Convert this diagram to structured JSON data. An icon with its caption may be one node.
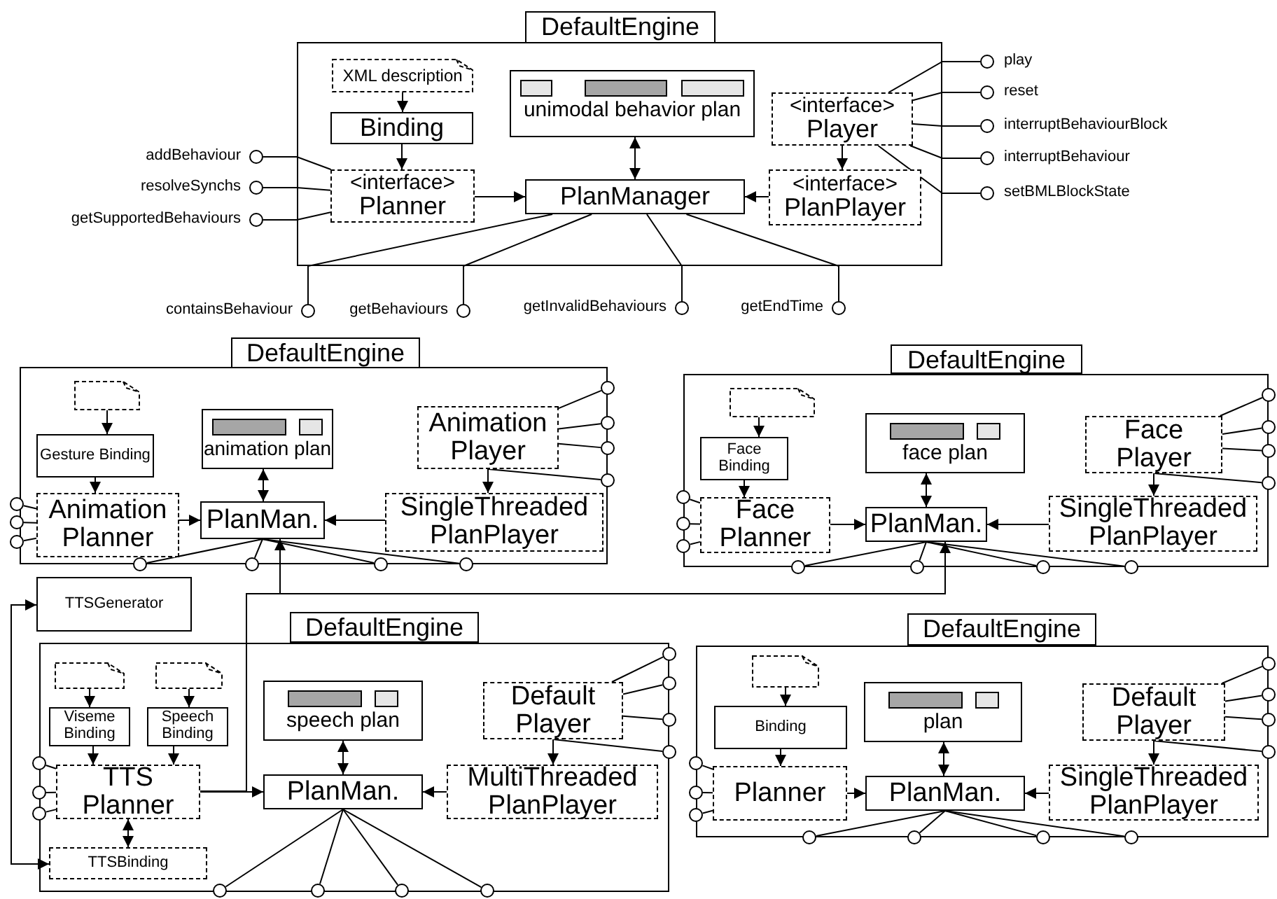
{
  "diagram": {
    "nodes": [
      {
        "text": [
          "DefaultEngine"
        ]
      },
      {
        "text": [
          "XML description"
        ],
        "in": 0
      },
      {
        "text": [
          "Binding"
        ],
        "in": 0
      },
      {
        "text": [
          "<interface>",
          "Planner"
        ],
        "in": 0
      },
      {
        "text": [
          "unimodal behavior plan"
        ],
        "in": 0
      },
      {
        "text": [
          "PlanManager"
        ],
        "in": 0
      },
      {
        "text": [
          "<interface>",
          "Player"
        ],
        "in": 0
      },
      {
        "text": [
          "<interface>",
          "PlanPlayer"
        ],
        "in": 0
      },
      {
        "text": [],
        "shape": "circle",
        "beside": [
          "play"
        ]
      },
      {
        "text": [],
        "shape": "circle",
        "beside": [
          "reset"
        ]
      },
      {
        "text": [],
        "shape": "circle",
        "beside": [
          "interruptBehaviourBlock"
        ]
      },
      {
        "text": [],
        "shape": "circle",
        "beside": [
          "interruptBehaviour"
        ]
      },
      {
        "text": [],
        "shape": "circle",
        "beside": [
          "setBMLBlockState"
        ]
      },
      {
        "text": [],
        "shape": "circle",
        "beside": [
          "addBehaviour"
        ]
      },
      {
        "text": [],
        "shape": "circle",
        "beside": [
          "resolveSynchs"
        ]
      },
      {
        "text": [],
        "shape": "circle",
        "beside": [
          "getSupportedBehaviours"
        ]
      },
      {
        "text": [],
        "shape": "circle",
        "beside": [
          "containsBehaviour"
        ]
      },
      {
        "text": [],
        "shape": "circle",
        "beside": [
          "getBehaviours"
        ]
      },
      {
        "text": [],
        "shape": "circle",
        "beside": [
          "getInvalidBehaviours"
        ]
      },
      {
        "text": [],
        "shape": "circle",
        "beside": [
          "getEndTime"
        ]
      },
      {
        "text": [
          "DefaultEngine"
        ]
      },
      {
        "text": [],
        "shape": "document",
        "in": 20
      },
      {
        "text": [
          "Gesture Binding"
        ],
        "in": 20
      },
      {
        "text": [
          "Animation Planner"
        ],
        "in": 20
      },
      {
        "text": [
          "animation plan"
        ],
        "in": 20
      },
      {
        "text": [
          "PlanMan."
        ],
        "in": 20
      },
      {
        "text": [
          "Animation Player"
        ],
        "in": 20
      },
      {
        "text": [
          "SingleThreaded PlanPlayer"
        ],
        "in": 20
      },
      {
        "text": [],
        "shape": "circle"
      },
      {
        "text": [],
        "shape": "circle"
      },
      {
        "text": [],
        "shape": "circle"
      },
      {
        "text": [],
        "shape": "circle"
      },
      {
        "text": [],
        "shape": "circle"
      },
      {
        "text": [],
        "shape": "circle"
      },
      {
        "text": [],
        "shape": "circle"
      },
      {
        "text": [],
        "shape": "circle"
      },
      {
        "text": [],
        "shape": "circle"
      },
      {
        "text": [],
        "shape": "circle"
      },
      {
        "text": [],
        "shape": "circle"
      },
      {
        "text": [
          "DefaultEngine"
        ]
      },
      {
        "text": [],
        "shape": "document",
        "in": 39
      },
      {
        "text": [
          "Face Binding"
        ],
        "in": 39
      },
      {
        "text": [
          "Face Planner"
        ],
        "in": 39
      },
      {
        "text": [
          "face plan"
        ],
        "in": 39
      },
      {
        "text": [
          "PlanMan."
        ],
        "in": 39
      },
      {
        "text": [
          "Face Player"
        ],
        "in": 39
      },
      {
        "text": [
          "SingleThreaded PlanPlayer"
        ],
        "in": 39
      },
      {
        "text": [],
        "shape": "circle"
      },
      {
        "text": [],
        "shape": "circle"
      },
      {
        "text": [],
        "shape": "circle"
      },
      {
        "text": [],
        "shape": "circle"
      },
      {
        "text": [],
        "shape": "circle"
      },
      {
        "text": [],
        "shape": "circle"
      },
      {
        "text": [],
        "shape": "circle"
      },
      {
        "text": [],
        "shape": "circle"
      },
      {
        "text": [],
        "shape": "circle"
      },
      {
        "text": [],
        "shape": "circle"
      },
      {
        "text": [],
        "shape": "circle"
      },
      {
        "text": [
          "TTSGenerator"
        ]
      },
      {
        "text": [
          "DefaultEngine"
        ]
      },
      {
        "text": [],
        "shape": "document",
        "in": 59
      },
      {
        "text": [],
        "shape": "document",
        "in": 59
      },
      {
        "text": [
          "Viseme Binding"
        ],
        "in": 59
      },
      {
        "text": [
          "Speech Binding"
        ],
        "in": 59
      },
      {
        "text": [
          "TTS Planner"
        ],
        "in": 59
      },
      {
        "text": [
          "speech plan"
        ],
        "in": 59
      },
      {
        "text": [
          "PlanMan."
        ],
        "in": 59
      },
      {
        "text": [
          "Default Player"
        ],
        "in": 59
      },
      {
        "text": [
          "MultiThreaded PlanPlayer"
        ],
        "in": 59
      },
      {
        "text": [
          "TTSBinding"
        ],
        "in": 59
      },
      {
        "text": [],
        "shape": "circle"
      },
      {
        "text": [],
        "shape": "circle"
      },
      {
        "text": [],
        "shape": "circle"
      },
      {
        "text": [],
        "shape": "circle"
      },
      {
        "text": [],
        "shape": "circle"
      },
      {
        "text": [],
        "shape": "circle"
      },
      {
        "text": [],
        "shape": "circle"
      },
      {
        "text": [],
        "shape": "circle"
      },
      {
        "text": [],
        "shape": "circle"
      },
      {
        "text": [],
        "shape": "circle"
      },
      {
        "text": [],
        "shape": "circle"
      },
      {
        "text": [
          "DefaultEngine"
        ]
      },
      {
        "text": [],
        "shape": "document",
        "in": 81
      },
      {
        "text": [
          "Binding"
        ],
        "in": 81
      },
      {
        "text": [
          "Planner"
        ],
        "in": 81
      },
      {
        "text": [
          "plan"
        ],
        "in": 81
      },
      {
        "text": [
          "PlanMan."
        ],
        "in": 81
      },
      {
        "text": [
          "Default Player"
        ],
        "in": 81
      },
      {
        "text": [
          "SingleThreaded PlanPlayer"
        ],
        "in": 81
      },
      {
        "text": [],
        "shape": "circle"
      },
      {
        "text": [],
        "shape": "circle"
      },
      {
        "text": [],
        "shape": "circle"
      },
      {
        "text": [],
        "shape": "circle"
      },
      {
        "text": [],
        "shape": "circle"
      },
      {
        "text": [],
        "shape": "circle"
      },
      {
        "text": [],
        "shape": "circle"
      },
      {
        "text": [],
        "shape": "circle"
      },
      {
        "text": [],
        "shape": "circle"
      },
      {
        "text": [],
        "shape": "circle"
      },
      {
        "text": [],
        "shape": "circle"
      }
    ],
    "edges": [
      {
        "from": 1,
        "to": 2,
        "arrow": "to"
      },
      {
        "from": 2,
        "to": 3,
        "arrow": "to"
      },
      {
        "from": 3,
        "to": 5,
        "arrow": "to"
      },
      {
        "from": 4,
        "to": 5,
        "arrow": "both"
      },
      {
        "from": 6,
        "to": 7,
        "arrow": "to"
      },
      {
        "from": 7,
        "to": 5,
        "arrow": "to"
      },
      {
        "from": 6,
        "to": 8,
        "arrow": "none"
      },
      {
        "from": 6,
        "to": 9,
        "arrow": "none"
      },
      {
        "from": 6,
        "to": 10,
        "arrow": "none"
      },
      {
        "from": 6,
        "to": 11,
        "arrow": "none"
      },
      {
        "from": 6,
        "to": 12,
        "arrow": "none"
      },
      {
        "from": 3,
        "to": 13,
        "arrow": "none"
      },
      {
        "from": 3,
        "to": 14,
        "arrow": "none"
      },
      {
        "from": 3,
        "to": 15,
        "arrow": "none"
      },
      {
        "from": 5,
        "to": 16,
        "arrow": "none"
      },
      {
        "from": 5,
        "to": 17,
        "arrow": "none"
      },
      {
        "from": 5,
        "to": 18,
        "arrow": "none"
      },
      {
        "from": 5,
        "to": 19,
        "arrow": "none"
      },
      {
        "from": 21,
        "to": 22,
        "arrow": "to"
      },
      {
        "from": 22,
        "to": 23,
        "arrow": "to"
      },
      {
        "from": 23,
        "to": 25,
        "arrow": "to"
      },
      {
        "from": 24,
        "to": 25,
        "arrow": "both"
      },
      {
        "from": 26,
        "to": 27,
        "arrow": "to"
      },
      {
        "from": 27,
        "to": 25,
        "arrow": "to"
      },
      {
        "from": 26,
        "to": 28,
        "arrow": "none"
      },
      {
        "from": 26,
        "to": 29,
        "arrow": "none"
      },
      {
        "from": 26,
        "to": 30,
        "arrow": "none"
      },
      {
        "from": 26,
        "to": 31,
        "arrow": "none"
      },
      {
        "from": 23,
        "to": 32,
        "arrow": "none"
      },
      {
        "from": 23,
        "to": 33,
        "arrow": "none"
      },
      {
        "from": 23,
        "to": 34,
        "arrow": "none"
      },
      {
        "from": 25,
        "to": 35,
        "arrow": "none"
      },
      {
        "from": 25,
        "to": 36,
        "arrow": "none"
      },
      {
        "from": 25,
        "to": 37,
        "arrow": "none"
      },
      {
        "from": 25,
        "to": 38,
        "arrow": "none"
      },
      {
        "from": 40,
        "to": 41,
        "arrow": "to"
      },
      {
        "from": 41,
        "to": 42,
        "arrow": "to"
      },
      {
        "from": 42,
        "to": 44,
        "arrow": "to"
      },
      {
        "from": 43,
        "to": 44,
        "arrow": "both"
      },
      {
        "from": 45,
        "to": 46,
        "arrow": "to"
      },
      {
        "from": 46,
        "to": 44,
        "arrow": "to"
      },
      {
        "from": 45,
        "to": 47,
        "arrow": "none"
      },
      {
        "from": 45,
        "to": 48,
        "arrow": "none"
      },
      {
        "from": 45,
        "to": 49,
        "arrow": "none"
      },
      {
        "from": 45,
        "to": 50,
        "arrow": "none"
      },
      {
        "from": 42,
        "to": 51,
        "arrow": "none"
      },
      {
        "from": 42,
        "to": 52,
        "arrow": "none"
      },
      {
        "from": 42,
        "to": 53,
        "arrow": "none"
      },
      {
        "from": 44,
        "to": 54,
        "arrow": "none"
      },
      {
        "from": 44,
        "to": 55,
        "arrow": "none"
      },
      {
        "from": 44,
        "to": 56,
        "arrow": "none"
      },
      {
        "from": 44,
        "to": 57,
        "arrow": "none"
      },
      {
        "from": 60,
        "to": 62,
        "arrow": "to"
      },
      {
        "from": 61,
        "to": 63,
        "arrow": "to"
      },
      {
        "from": 62,
        "to": 64,
        "arrow": "to"
      },
      {
        "from": 63,
        "to": 64,
        "arrow": "to"
      },
      {
        "from": 64,
        "to": 66,
        "arrow": "to"
      },
      {
        "from": 65,
        "to": 66,
        "arrow": "both"
      },
      {
        "from": 67,
        "to": 68,
        "arrow": "to"
      },
      {
        "from": 68,
        "to": 66,
        "arrow": "to"
      },
      {
        "from": 64,
        "to": 69,
        "arrow": "both"
      },
      {
        "from": 67,
        "to": 70,
        "arrow": "none"
      },
      {
        "from": 67,
        "to": 71,
        "arrow": "none"
      },
      {
        "from": 67,
        "to": 72,
        "arrow": "none"
      },
      {
        "from": 67,
        "to": 73,
        "arrow": "none"
      },
      {
        "from": 64,
        "to": 74,
        "arrow": "none"
      },
      {
        "from": 64,
        "to": 75,
        "arrow": "none"
      },
      {
        "from": 64,
        "to": 76,
        "arrow": "none"
      },
      {
        "from": 66,
        "to": 77,
        "arrow": "none"
      },
      {
        "from": 66,
        "to": 78,
        "arrow": "none"
      },
      {
        "from": 66,
        "to": 79,
        "arrow": "none"
      },
      {
        "from": 66,
        "to": 80,
        "arrow": "none"
      },
      {
        "from": 82,
        "to": 83,
        "arrow": "to"
      },
      {
        "from": 83,
        "to": 84,
        "arrow": "to"
      },
      {
        "from": 84,
        "to": 86,
        "arrow": "to"
      },
      {
        "from": 85,
        "to": 86,
        "arrow": "both"
      },
      {
        "from": 87,
        "to": 88,
        "arrow": "to"
      },
      {
        "from": 88,
        "to": 86,
        "arrow": "to"
      },
      {
        "from": 87,
        "to": 89,
        "arrow": "none"
      },
      {
        "from": 87,
        "to": 90,
        "arrow": "none"
      },
      {
        "from": 87,
        "to": 91,
        "arrow": "none"
      },
      {
        "from": 87,
        "to": 92,
        "arrow": "none"
      },
      {
        "from": 84,
        "to": 93,
        "arrow": "none"
      },
      {
        "from": 84,
        "to": 94,
        "arrow": "none"
      },
      {
        "from": 84,
        "to": 95,
        "arrow": "none"
      },
      {
        "from": 86,
        "to": 96,
        "arrow": "none"
      },
      {
        "from": 86,
        "to": 97,
        "arrow": "none"
      },
      {
        "from": 86,
        "to": 98,
        "arrow": "none"
      },
      {
        "from": 86,
        "to": 99,
        "arrow": "none"
      },
      {
        "from": 64,
        "to": 25,
        "arrow": "to"
      },
      {
        "from": 64,
        "to": 44,
        "arrow": "to"
      },
      {
        "from": 58,
        "to": 69,
        "arrow": "both"
      }
    ]
  }
}
